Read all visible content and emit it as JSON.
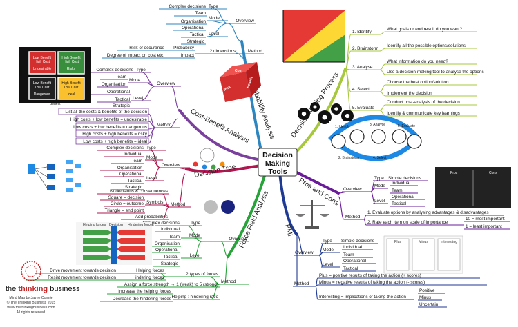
{
  "center": {
    "line1": "Decision",
    "line2": "Making",
    "line3": "Tools"
  },
  "risk_probability": {
    "branch": "Risk-Probability Analysis",
    "overview": "Overview",
    "type": "Type",
    "type_item": "Complex decisions",
    "mode": "Mode",
    "mode_items": [
      "Team",
      "Organisation"
    ],
    "level": "Level",
    "level_items": [
      "Operational",
      "Tactical",
      "Strategic"
    ],
    "method": "Method",
    "dimensions": "2 dimensions:",
    "probability": "Probability",
    "probability_item": "Risk of occurance",
    "impact": "Impact",
    "impact_item": "Degree of impact on cost etc."
  },
  "decision_process": {
    "branch": "Decision-Making Process",
    "steps": [
      {
        "label": "1. Identify",
        "items": [
          "What goals or end result do you want?"
        ]
      },
      {
        "label": "2. Brainstorm",
        "items": [
          "Identify all the possible options/solutions"
        ]
      },
      {
        "label": "3. Analyse",
        "items": [
          "What information do you need?",
          "Use a decision-making tool to analyse the options"
        ]
      },
      {
        "label": "4. Select",
        "items": [
          "Choose the best option/solution",
          "Implement the decision"
        ]
      },
      {
        "label": "5. Evaluate",
        "items": [
          "Conduct post-analysis of the decision",
          "Identify & communicate key learnings"
        ]
      }
    ],
    "cycle_labels": [
      "1. Identify",
      "2. Brainstorm",
      "3. Analyse",
      "4. Select",
      "5. Evaluate"
    ]
  },
  "cost_benefit": {
    "branch": "Cost-Benefit Analysis",
    "overview": "Overview",
    "type": "Type",
    "type_item": "Complex decisions",
    "mode": "Mode",
    "mode_items": [
      "Team",
      "Organisation"
    ],
    "level": "Level",
    "level_items": [
      "Operational",
      "Tactical",
      "Strategic"
    ],
    "method": "Method",
    "method_items": [
      "List all the costs & benefits of the decision",
      "High costs + low benefits = undesirable",
      "Low costs + low benefits = dangerous",
      "High costs + high benefits = risky",
      "Low costs + high benefits = ideal"
    ],
    "dice": [
      "Cost",
      "Risk",
      "Benefit"
    ],
    "matrix": {
      "cells": [
        "Low Benefit / High Cost",
        "High Benefit / High Cost",
        "Low Benefit / Low Cost",
        "High Benefit / Low Cost"
      ],
      "tags": [
        "Undesirable",
        "Risky",
        "Dangerous",
        "Ideal"
      ],
      "y_axis": "Cost",
      "x_axis": "Benefit"
    }
  },
  "decision_tree": {
    "branch": "Decision Tree",
    "overview": "Overview",
    "type": "Type",
    "type_item": "Complex decisions",
    "mode": "Mode",
    "mode_items": [
      "Individual",
      "Team",
      "Organisation"
    ],
    "level": "Level",
    "level_items": [
      "Operational",
      "Tactical",
      "Strategic"
    ],
    "method": "Method",
    "method_top": "List decisions & consequences",
    "symbols": "Symbols",
    "symbol_items": [
      "Square = decision",
      "Circle = outcome",
      "Triangle = end point"
    ],
    "method_bottom": "Add probabilities"
  },
  "force_field": {
    "branch": "Force Field Analysis",
    "overview": "Overview",
    "type": "Type",
    "type_item": "Complex decisions",
    "mode": "Mode",
    "mode_items": [
      "Individual",
      "Team",
      "Organisation"
    ],
    "level": "Level",
    "level_items": [
      "Operational",
      "Tactical",
      "Strategic"
    ],
    "method": "Method",
    "two_types": "2 types of forces",
    "helping": "Helping forces",
    "helping_item": "Drive movement towards decision",
    "hindering": "Hindering forces",
    "hindering_item": "Resist movement towards decision",
    "assign": "Assign a force strength → 1 (weak) to 5 (strong)",
    "ratio": "Helping : hindering ratio",
    "ratio_items": [
      "Increase the helping forces",
      "Decrease the hindering forces"
    ],
    "image_labels": [
      "Helping forces",
      "Decision",
      "Hindering forces"
    ]
  },
  "pros_cons": {
    "branch": "Pros and Cons",
    "overview": "Overview",
    "type": "Type",
    "type_item": "Simple decisions",
    "mode": "Mode",
    "mode_items": [
      "Individual",
      "Team"
    ],
    "level": "Level",
    "level_items": [
      "Operational",
      "Tactical"
    ],
    "method": "Method",
    "method_items": [
      "1. Evaluate options by analysing advantages & disadvantages",
      "2. Rate each item on scale of importance"
    ],
    "scale_items": [
      "10 = most important",
      "1 = least important"
    ],
    "board": [
      "Pros",
      "Cons"
    ]
  },
  "pmi": {
    "branch": "PMI",
    "overview": "Overview",
    "type": "Type",
    "type_item": "Simple decisions",
    "mode": "Mode",
    "mode_items": [
      "Individual",
      "Team"
    ],
    "level": "Level",
    "level_items": [
      "Operational",
      "Tactical"
    ],
    "method": "Method",
    "plus": "Plus = positive results of taking the action (+ scores)",
    "minus": "Minus = negative results of taking the action (- scores)",
    "interesting": "Interesting = implications of taking the action",
    "interesting_items": [
      "Positive",
      "Minus",
      "Uncertain"
    ],
    "cards": [
      "Plus",
      "Minus",
      "Interesting"
    ]
  },
  "logo": {
    "brand_pre": "the ",
    "brand_bold": "thinking",
    "brand_post": " business",
    "lines": [
      "Mind Map by Jayne Cormie",
      "© The Thinking Business 2015",
      "www.thethinkingbusiness.com",
      "All rights reserved."
    ]
  },
  "colors": {
    "blue": "#2e86c1",
    "green_light": "#a7c83c",
    "purple": "#7b3f9e",
    "crimson": "#b0174f",
    "green": "#27a33a",
    "purple_dark": "#6a1b9a",
    "navy": "#1f3a93"
  }
}
